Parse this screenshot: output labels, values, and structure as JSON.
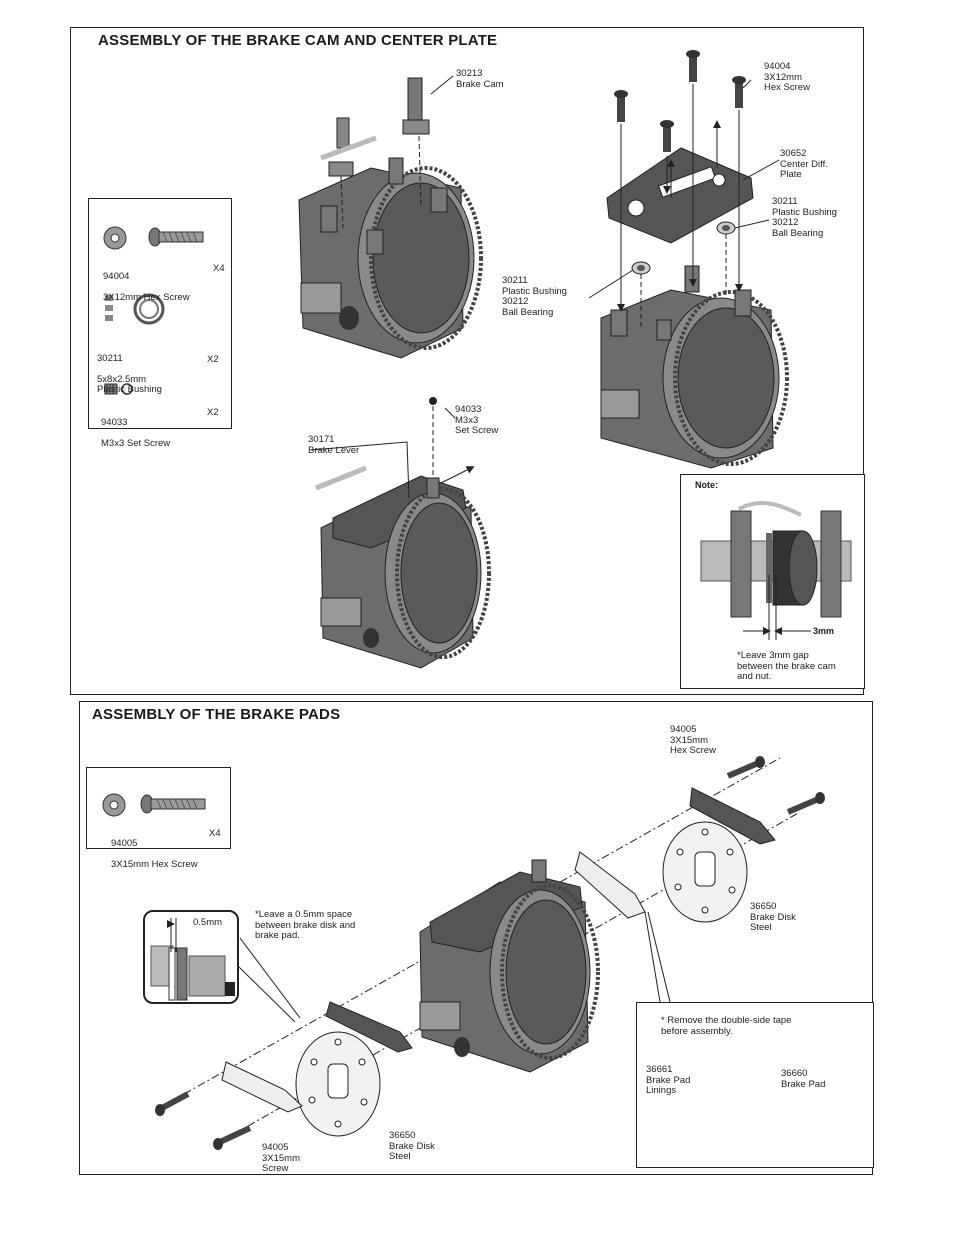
{
  "section1": {
    "title": "ASSEMBLY OF THE BRAKE CAM AND CENTER PLATE",
    "parts_box": [
      {
        "code": "94004",
        "desc": "3X12mm  Hex Screw",
        "qty": "X4"
      },
      {
        "code": "30211",
        "desc": "5x8x2.5mm\n Plastic Bushing",
        "qty": "X2"
      },
      {
        "code": "94033",
        "desc": "M3x3  Set Screw",
        "qty": "X2"
      }
    ],
    "callouts": {
      "brake_cam": "30213\nBrake Cam",
      "hex_screw": "94004\n3X12mm\nHex Screw",
      "center_plate": "30652\nCenter Diff.\nPlate",
      "bushing_right": "30211\nPlastic Bushing\n30212\nBall Bearing",
      "bushing_left": "30211\nPlastic Bushing\n30212\nBall Bearing",
      "set_screw": "94033\nM3x3\nSet Screw",
      "brake_lever": "30171\nBrake Lever"
    },
    "note": {
      "title": "Note:",
      "gap_label": "3mm",
      "text": "*Leave 3mm gap\n between the brake cam\n and nut."
    }
  },
  "section2": {
    "title": "ASSEMBLY OF THE BRAKE PADS",
    "parts_box": [
      {
        "code": "94005",
        "desc": "3X15mm  Hex Screw",
        "qty": "X4"
      }
    ],
    "callouts": {
      "screw_top": "94005\n3X15mm\nHex Screw",
      "disk_right": "36650\nBrake Disk\nSteel",
      "disk_left": "36650\nBrake Disk\nSteel",
      "screw_bottom": "94005\n3X15mm\nScrew",
      "gap_note": "*Leave a 0.5mm space\n between brake disk and\n brake pad.",
      "gap_value": "0.5mm",
      "tape_note": "* Remove the double-side tape\n  before assembly.",
      "pad_linings": "36661\nBrake Pad\nLinings",
      "pad": "36660\nBrake Pad"
    }
  }
}
